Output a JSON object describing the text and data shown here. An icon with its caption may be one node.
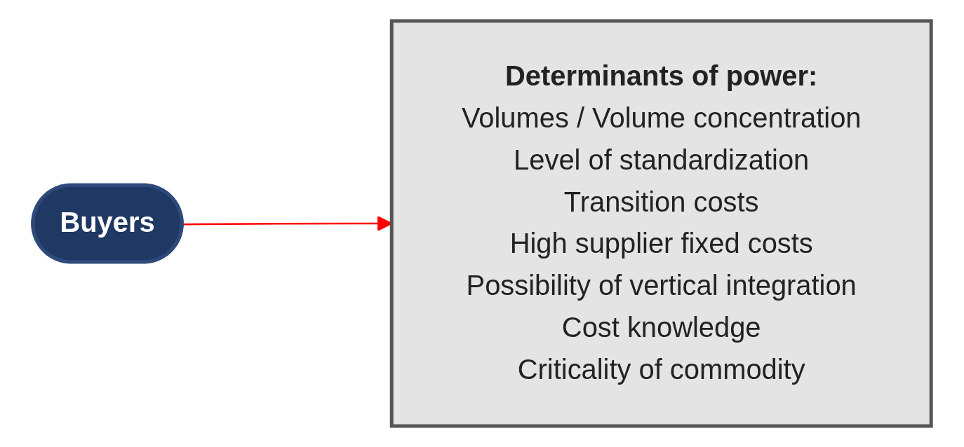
{
  "diagram": {
    "nodes": [
      {
        "text": [
          "Buyers"
        ]
      },
      {
        "text": [
          "Determinants of power:",
          "Volumes / Volume concentration",
          "Level of standardization",
          "Transition costs",
          "High supplier fixed costs",
          "Possibility of vertical integration",
          "Cost knowledge",
          "Criticality of commodity"
        ]
      }
    ],
    "edges": [
      {
        "from": 0,
        "to": 1,
        "arrow": "to",
        "color": "#ff0000"
      }
    ]
  }
}
